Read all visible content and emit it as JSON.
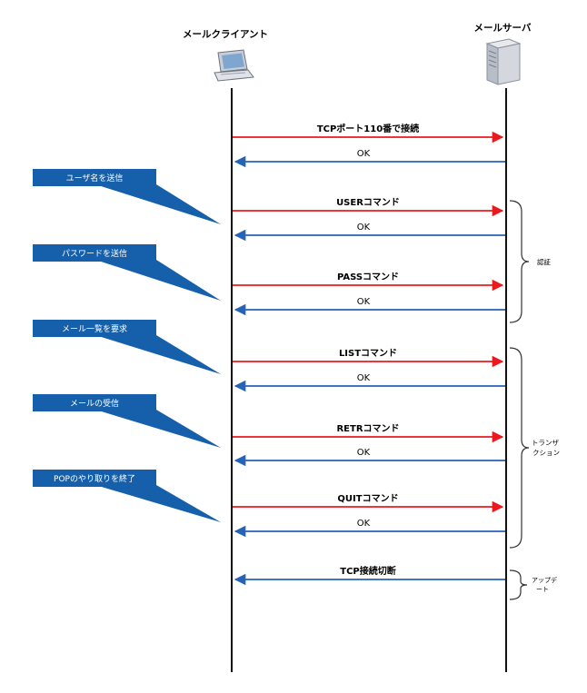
{
  "participants": {
    "client": {
      "label": "メールクライアント",
      "icon": "laptop-icon"
    },
    "server": {
      "label": "メールサーバ",
      "icon": "server-icon"
    }
  },
  "messages": [
    {
      "label": "TCPポート110番で接続",
      "dir": "request"
    },
    {
      "label": "OK",
      "dir": "response"
    },
    {
      "label": "USERコマンド",
      "dir": "request"
    },
    {
      "label": "OK",
      "dir": "response"
    },
    {
      "label": "PASSコマンド",
      "dir": "request"
    },
    {
      "label": "OK",
      "dir": "response"
    },
    {
      "label": "LISTコマンド",
      "dir": "request"
    },
    {
      "label": "OK",
      "dir": "response"
    },
    {
      "label": "RETRコマンド",
      "dir": "request"
    },
    {
      "label": "OK",
      "dir": "response"
    },
    {
      "label": "QUITコマンド",
      "dir": "request"
    },
    {
      "label": "OK",
      "dir": "response"
    },
    {
      "label": "TCP接続切断",
      "dir": "response"
    }
  ],
  "callouts": [
    {
      "label": "ユーザ名を送信"
    },
    {
      "label": "パスワードを送信"
    },
    {
      "label": "メール一覧を要求"
    },
    {
      "label": "メールの受信"
    },
    {
      "label": "POPのやり取りを終了"
    }
  ],
  "phases": [
    {
      "lines": [
        "認証"
      ]
    },
    {
      "lines": [
        "トランザ",
        "クション"
      ]
    },
    {
      "lines": [
        "アップデ",
        "ート"
      ]
    }
  ],
  "colors": {
    "request": "#e8191f",
    "response": "#2563b8",
    "callout": "#1660ab",
    "lifeline": "#111111",
    "brace": "#333333"
  }
}
